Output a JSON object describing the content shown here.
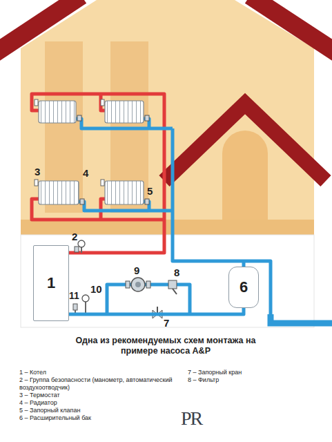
{
  "diagram": {
    "title": "Одна из рекомендуемых схем монтажа на примере насоса A&P",
    "nodes": [
      {
        "text": [
          "1"
        ]
      },
      {
        "text": [
          "6"
        ]
      }
    ],
    "edges": [
      {
        "from": 1,
        "to": 0,
        "arrow": "none"
      }
    ],
    "labels": [
      "2",
      "3",
      "4",
      "5",
      "9",
      "8",
      "10",
      "11",
      "7",
      "1 – Котел",
      "2 – Группа безопасности (манометр, автоматический воздухоотводчик)",
      "3 – Термостат",
      "4 – Радиатор",
      "5 – Запорный клапан",
      "6 – Расширительный бак",
      "7 – Запорный кран",
      "8 – Фильтр",
      "PR"
    ]
  }
}
